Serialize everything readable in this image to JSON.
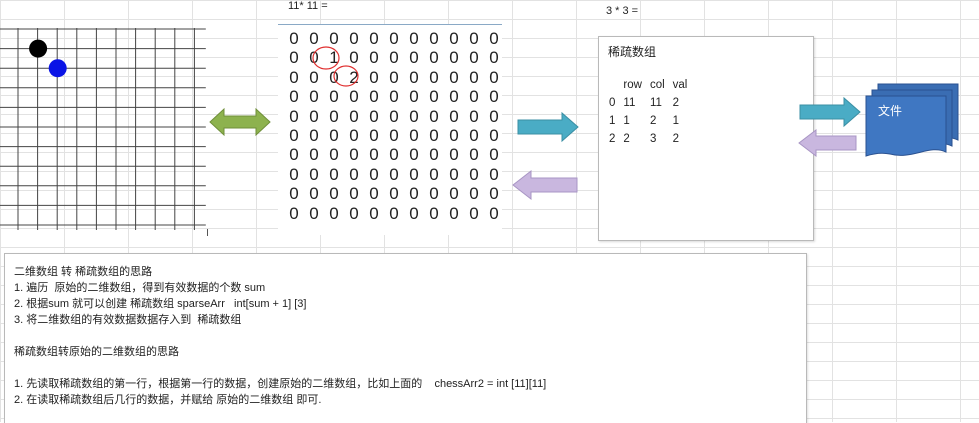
{
  "top_labels": {
    "matrix_size": "11* 11 =",
    "sparse_size": "3 * 3 ="
  },
  "board": {
    "rows": 11,
    "cols": 11,
    "pieces": [
      {
        "row": 1,
        "col": 2,
        "color": "#000000"
      },
      {
        "row": 2,
        "col": 3,
        "color": "#0a14e6"
      }
    ]
  },
  "matrix": {
    "rows": [
      [
        "0",
        "0",
        "0",
        "0",
        "0",
        "0",
        "0",
        "0",
        "0",
        "0",
        "0"
      ],
      [
        "0",
        "0",
        "1",
        "0",
        "0",
        "0",
        "0",
        "0",
        "0",
        "0",
        "0"
      ],
      [
        "0",
        "0",
        "0",
        "2",
        "0",
        "0",
        "0",
        "0",
        "0",
        "0",
        "0"
      ],
      [
        "0",
        "0",
        "0",
        "0",
        "0",
        "0",
        "0",
        "0",
        "0",
        "0",
        "0"
      ],
      [
        "0",
        "0",
        "0",
        "0",
        "0",
        "0",
        "0",
        "0",
        "0",
        "0",
        "0"
      ],
      [
        "0",
        "0",
        "0",
        "0",
        "0",
        "0",
        "0",
        "0",
        "0",
        "0",
        "0"
      ],
      [
        "0",
        "0",
        "0",
        "0",
        "0",
        "0",
        "0",
        "0",
        "0",
        "0",
        "0"
      ],
      [
        "0",
        "0",
        "0",
        "0",
        "0",
        "0",
        "0",
        "0",
        "0",
        "0",
        "0"
      ],
      [
        "0",
        "0",
        "0",
        "0",
        "0",
        "0",
        "0",
        "0",
        "0",
        "0",
        "0"
      ],
      [
        "0",
        "0",
        "0",
        "0",
        "0",
        "0",
        "0",
        "0",
        "0",
        "0",
        "0"
      ]
    ],
    "highlight_color": "#e03030"
  },
  "sparse": {
    "title": "稀疏数组",
    "headers": [
      "",
      "row",
      "col",
      "val"
    ],
    "rows": [
      [
        "0",
        "11",
        "11",
        "2"
      ],
      [
        "1",
        "1",
        "2",
        "1"
      ],
      [
        "2",
        "2",
        "3",
        "2"
      ]
    ]
  },
  "file_label": "文件",
  "colors": {
    "green_arrow": "#8db24e",
    "teal_arrow": "#4aacc5",
    "lavender_arrow": "#c9b7df",
    "file_blue": "#3a6db3",
    "blue_piece": "#0a14e6"
  },
  "notes": {
    "lines": [
      "二维数组 转 稀疏数组的思路",
      "1. 遍历  原始的二维数组，得到有效数据的个数 sum",
      "2. 根据sum 就可以创建 稀疏数组 sparseArr   int[sum + 1] [3]",
      "3. 将二维数组的有效数据数据存入到  稀疏数组",
      "",
      "稀疏数组转原始的二维数组的思路",
      "",
      "1. 先读取稀疏数组的第一行，根据第一行的数据，创建原始的二维数组，比如上面的    chessArr2 = int [11][11]",
      "2. 在读取稀疏数组后几行的数据，并赋给 原始的二维数组 即可."
    ]
  }
}
